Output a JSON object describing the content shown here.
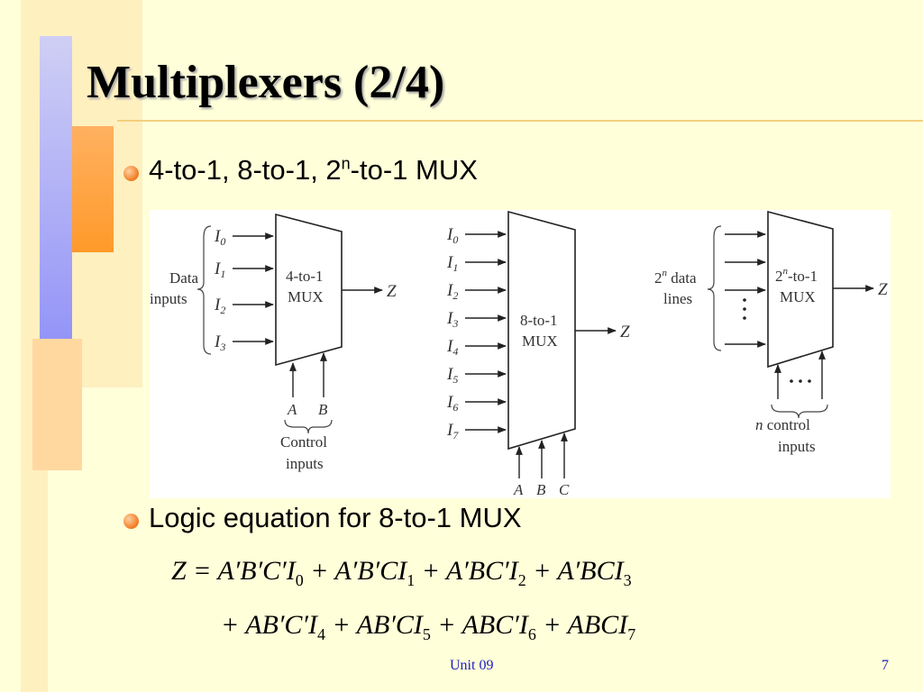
{
  "slide": {
    "title": "Multiplexers (2/4)",
    "bullets": [
      {
        "pre": "4-to-1, 8-to-1, 2",
        "sup": "n",
        "post": "-to-1 MUX"
      },
      {
        "text": "Logic equation for 8-to-1 MUX"
      }
    ]
  },
  "diagram": {
    "mux4": {
      "inputs": [
        "I",
        "I",
        "I",
        "I"
      ],
      "input_subs": [
        "0",
        "1",
        "2",
        "3"
      ],
      "side_label": [
        "Data",
        "inputs"
      ],
      "block_label": [
        "4-to-1",
        "MUX"
      ],
      "output": "Z",
      "selects": [
        "A",
        "B"
      ],
      "select_label": [
        "Control",
        "inputs"
      ]
    },
    "mux8": {
      "inputs": [
        "I",
        "I",
        "I",
        "I",
        "I",
        "I",
        "I",
        "I"
      ],
      "input_subs": [
        "0",
        "1",
        "2",
        "3",
        "4",
        "5",
        "6",
        "7"
      ],
      "block_label": [
        "8-to-1",
        "MUX"
      ],
      "output": "Z",
      "selects": [
        "A",
        "B",
        "C"
      ]
    },
    "mux2n": {
      "side_label_base": "2",
      "side_label_sup": "n",
      "side_label_rest": " data",
      "side_label_line2": "lines",
      "block_label_base": "2",
      "block_label_sup": "n",
      "block_label_rest": "-to-1",
      "block_label_line2": "MUX",
      "output": "Z",
      "control_var": "n",
      "control_rest": " control",
      "control_line2": "inputs"
    }
  },
  "equation": {
    "line1": [
      {
        "t": "Z = A′B′C′I",
        "s": "0"
      },
      {
        "t": " + A′B′CI",
        "s": "1"
      },
      {
        "t": " + A′BC′I",
        "s": "2"
      },
      {
        "t": " + A′BCI",
        "s": "3"
      }
    ],
    "line2": [
      {
        "t": "+ AB′C′I",
        "s": "4"
      },
      {
        "t": " + AB′CI",
        "s": "5"
      },
      {
        "t": " + ABC′I",
        "s": "6"
      },
      {
        "t": " + ABCI",
        "s": "7"
      }
    ]
  },
  "footer": {
    "unit": "Unit 09",
    "page": "7"
  }
}
